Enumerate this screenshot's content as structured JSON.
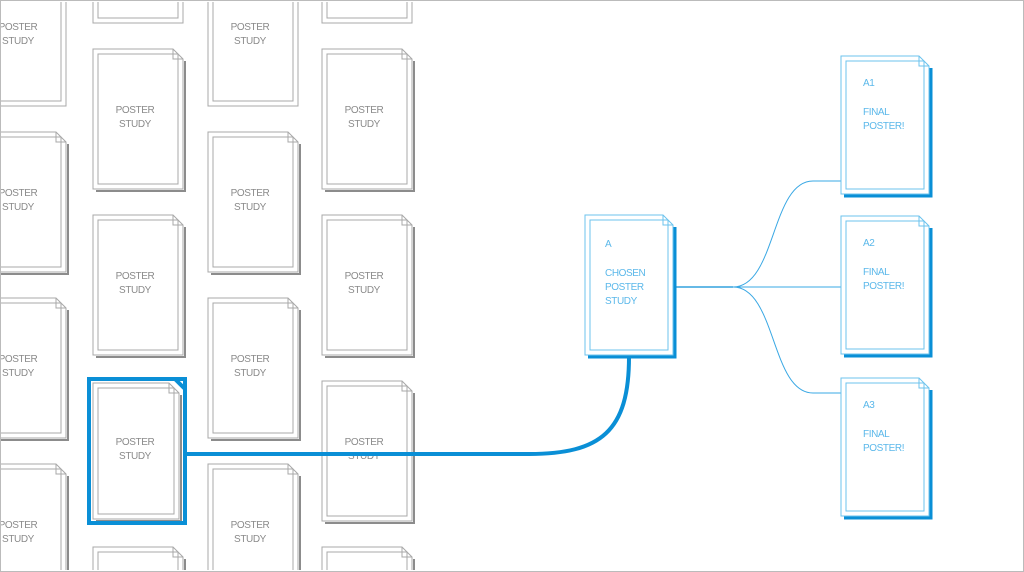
{
  "grid": {
    "label_lines": [
      "POSTER",
      "STUDY"
    ]
  },
  "chosen": {
    "id": "A",
    "label_lines": [
      "CHOSEN",
      "POSTER",
      "STUDY"
    ]
  },
  "finals": [
    {
      "id": "A1",
      "label_lines": [
        "FINAL",
        "POSTER!"
      ]
    },
    {
      "id": "A2",
      "label_lines": [
        "FINAL",
        "POSTER!"
      ]
    },
    {
      "id": "A3",
      "label_lines": [
        "FINAL",
        "POSTER!"
      ]
    }
  ],
  "colors": {
    "gray_line": "#a8a8a8",
    "gray_shadow": "#8c8c8c",
    "blue_light": "#6cc3ee",
    "blue_dark": "#0a8fd6"
  }
}
